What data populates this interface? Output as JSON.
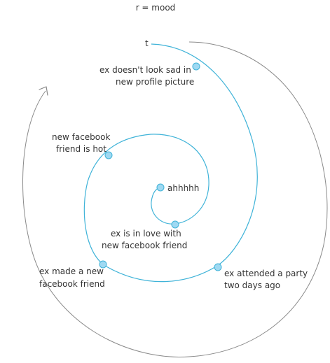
{
  "title": "r = mood",
  "axis": {
    "t_label": "t"
  },
  "colors": {
    "spiral": "#3fb3d8",
    "point_fill": "#9fd9f2",
    "point_stroke": "#3fb3d8",
    "outer_arrow": "#8a8a8a",
    "text": "#333333"
  },
  "annotations": {
    "ex_sad_profile": {
      "line1": "ex doesn't look sad in",
      "line2": "new profile picture"
    },
    "new_friend_hot": {
      "line1": "new facebook",
      "line2": "friend is hot"
    },
    "ahhhhh": {
      "line1": "ahhhhh"
    },
    "ex_in_love": {
      "line1": "ex is in love with",
      "line2": "new facebook friend"
    },
    "ex_new_friend": {
      "line1": "ex made a new",
      "line2": "facebook friend"
    },
    "ex_party": {
      "line1": "ex attended a party",
      "line2": "two days ago"
    }
  }
}
